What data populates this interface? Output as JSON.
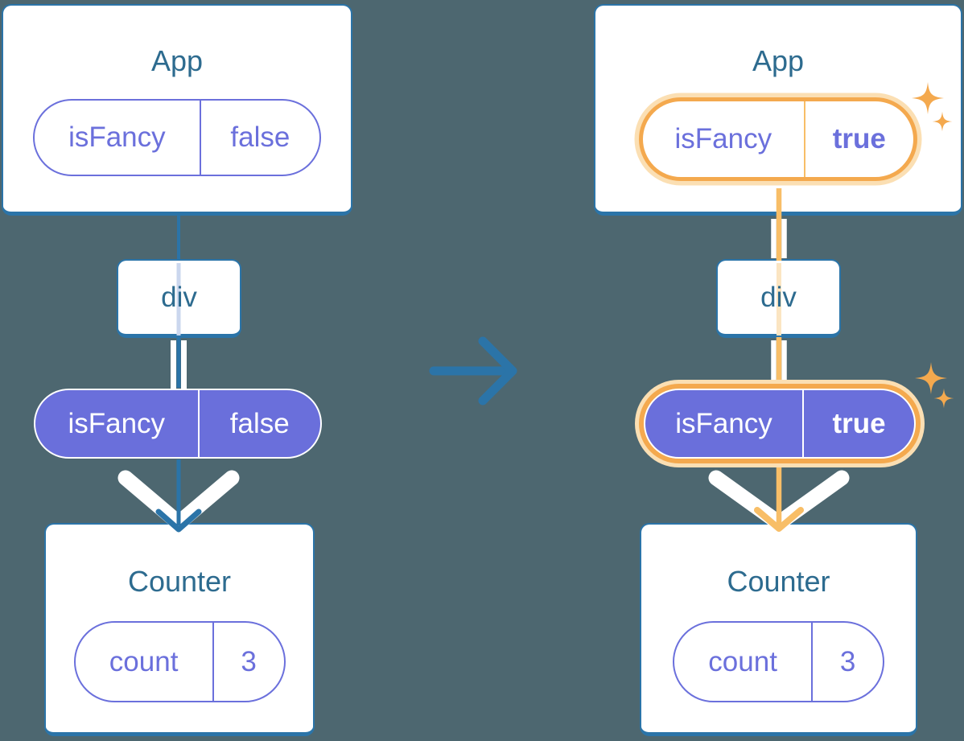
{
  "colors": {
    "background": "#4D6770",
    "card_border": "#2B74A8",
    "title_text": "#2D6B8F",
    "purple": "#6B70DC",
    "purple_fill": "#6A6FDB",
    "orange_ring": "#F4A94E",
    "orange_line": "#F8BE67",
    "orange_soft": "#FBDFB3",
    "orange_faint": "#FBE5C2",
    "blue_faint": "#CBD7EE",
    "white": "#FFFFFF"
  },
  "icons": {
    "transition_arrow": "right-arrow-icon",
    "sparkles": "sparkle-icon",
    "flow_arrow": "down-arrow-icon"
  },
  "before_tree": {
    "app": {
      "title": "App",
      "prop_name": "isFancy",
      "prop_value": "false"
    },
    "div": {
      "title": "div"
    },
    "context_pill": {
      "name": "isFancy",
      "value": "false"
    },
    "counter": {
      "title": "Counter",
      "state_name": "count",
      "state_value": "3"
    }
  },
  "after_tree": {
    "app": {
      "title": "App",
      "prop_name": "isFancy",
      "prop_value": "true"
    },
    "div": {
      "title": "div"
    },
    "context_pill": {
      "name": "isFancy",
      "value": "true"
    },
    "counter": {
      "title": "Counter",
      "state_name": "count",
      "state_value": "3"
    }
  }
}
